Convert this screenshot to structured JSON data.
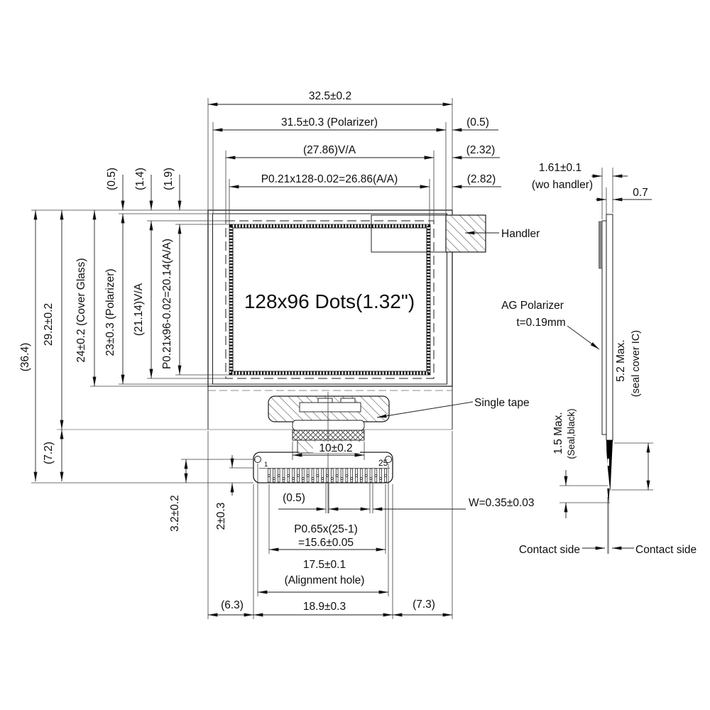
{
  "drawing": {
    "front_view": {
      "display_label": "128x96 Dots(1.32\")",
      "top_dims": {
        "overall": "32.5±0.2",
        "polarizer": "31.5±0.3 (Polarizer)",
        "gap_polarizer": "(0.5)",
        "viewing_area": "(27.86)V/A",
        "gap_viewing_area": "(2.32)",
        "active_area": "P0.21x128-0.02=26.86(A/A)",
        "gap_active_area": "(2.82)"
      },
      "left_dims": {
        "overall": "(36.4)",
        "glass_total": "29.2±0.2",
        "cover_glass": "24±0.2 (Cover Glass)",
        "polarizer": "23±0.3 (Polarizer)",
        "viewing_area": "(21.14)V/A",
        "active_area": "P0.21x96-0.02=20.14(A/A)",
        "gap_polarizer": "(0.5)",
        "gap_viewing_area": "(1.4)",
        "gap_active_area": "(1.9)",
        "fpc_region": "(7.2)"
      },
      "bottom_dims": {
        "tape_neck_width": "10±0.2",
        "pin_first": "1",
        "pin_last": "25",
        "offset_hole": "3.2±0.2",
        "offset_pin": "2±0.3",
        "pin_gap": "(0.5)",
        "pin_width": "W=0.35±0.03",
        "pitch_line1": "P0.65x(25-1)",
        "pitch_line2": "=15.6±0.05",
        "hole_line1": "17.5±0.1",
        "hole_line2": "(Alignment hole)",
        "left_margin": "(6.3)",
        "fpc_width": "18.9±0.3",
        "right_margin": "(7.3)"
      },
      "labels": {
        "handler": "Handler",
        "single_tape": "Single tape"
      }
    },
    "side_view": {
      "dims": {
        "thickness": "1.61±0.1",
        "thickness_note": "(wo handler)",
        "glass_thickness": "0.7",
        "seal_ic_line1": "5.2 Max.",
        "seal_ic_line2": "(seal cover IC)",
        "seal_black_line1": "1.5 Max.",
        "seal_black_line2": "(Seal,black)"
      },
      "labels": {
        "polarizer_line1": "AG Polarizer",
        "polarizer_line2": "t=0.19mm",
        "contact_side_left": "Contact side",
        "contact_side_right": "Contact side"
      }
    },
    "colors": {
      "line": "#1c1c1c",
      "background": "#ffffff",
      "seal_black": "#000000",
      "fpc_gray": "#8a8a8a"
    }
  }
}
